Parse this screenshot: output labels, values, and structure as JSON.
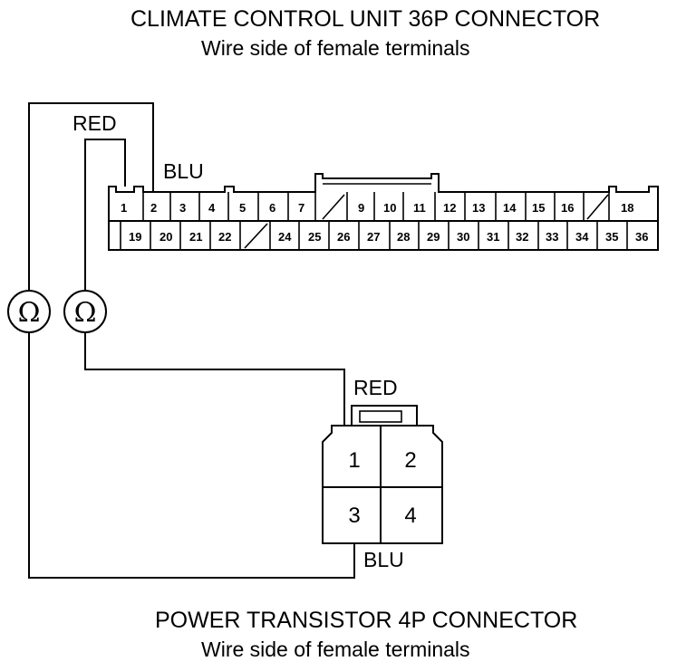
{
  "top_connector": {
    "title": "CLIMATE CONTROL UNIT 36P CONNECTOR",
    "subtitle": "Wire side of female terminals",
    "row1": [
      "1",
      "2",
      "3",
      "4",
      "5",
      "6",
      "7",
      "",
      "9",
      "10",
      "11",
      "12",
      "13",
      "14",
      "15",
      "16",
      "",
      "18"
    ],
    "row2": [
      "",
      "19",
      "20",
      "21",
      "22",
      "",
      "24",
      "25",
      "26",
      "27",
      "28",
      "29",
      "30",
      "31",
      "32",
      "33",
      "34",
      "35",
      "36"
    ]
  },
  "bottom_connector": {
    "title": "POWER TRANSISTOR 4P CONNECTOR",
    "subtitle": "Wire side of female terminals",
    "terminals": [
      "1",
      "2",
      "3",
      "4"
    ]
  },
  "wires": {
    "red_label_top": "RED",
    "blu_label_top": "BLU",
    "red_label_bottom": "RED",
    "blu_label_bottom": "BLU"
  },
  "meters": {
    "left_symbol": "Ω",
    "right_symbol": "Ω"
  }
}
